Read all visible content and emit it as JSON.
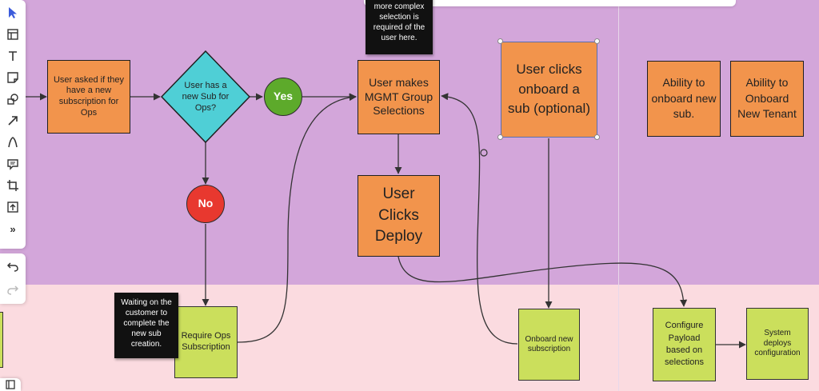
{
  "nodes": {
    "user_asked": "User asked if they have a new subscription for Ops",
    "decision": "User has a new Sub for Ops?",
    "yes": "Yes",
    "no": "No",
    "mgmt_group": "User makes MGMT Group Selections",
    "clicks_deploy": "User Clicks Deploy",
    "onboard_sub": "User clicks onboard a sub (optional)",
    "ability_sub": "Ability to onboard new sub.",
    "ability_tenant": "Ability to Onboard New Tenant",
    "require_ops": "Require Ops Subscription",
    "onboard_new": "Onboard new subscription",
    "configure_payload": "Configure Payload based on selections",
    "system_deploys": "System deploys configuration"
  },
  "stickies": {
    "top_note": "more complex selection is required of the user here.",
    "waiting_note": "Waiting on the customer to complete the new sub creation."
  },
  "toolbar": {
    "tools": [
      "cursor-icon",
      "frame-template-icon",
      "text-icon",
      "sticky-note-icon",
      "shapes-icon",
      "arrow-line-icon",
      "pen-icon",
      "comment-icon",
      "crop-frame-icon",
      "upload-icon",
      "more-icon"
    ],
    "history": [
      "undo-icon",
      "redo-icon"
    ]
  },
  "colors": {
    "lane_top": "#d3a6da",
    "lane_bottom": "#fbdbe0",
    "orange": "#f2944c",
    "green_box": "#cbdf5c",
    "decision": "#4fcfd6",
    "yes": "#5daa2b",
    "no": "#e8382f"
  }
}
